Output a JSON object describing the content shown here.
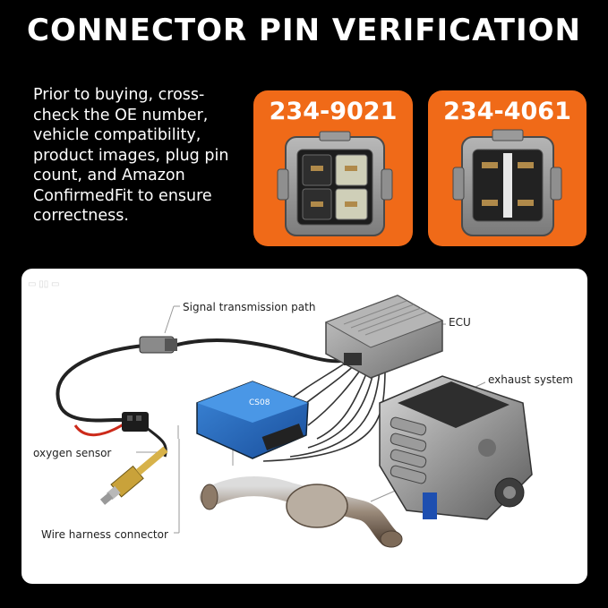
{
  "title": "CONNECTOR PIN VERIFICATION",
  "description": "Prior to buying, cross-check the OE number, vehicle compatibility, product images, plug pin count, and Amazon ConfirmedFit to ensure correctness.",
  "part_numbers": [
    "234-9021",
    "234-4061"
  ],
  "labels": {
    "signal_path": "Signal transmission path",
    "ecu": "ECU",
    "exhaust": "exhaust system",
    "oxygen_sensor": "oxygen sensor",
    "harness": "Wire harness connector"
  },
  "colors": {
    "accent": "#f06a18",
    "background": "#000000",
    "panel": "#ffffff"
  }
}
